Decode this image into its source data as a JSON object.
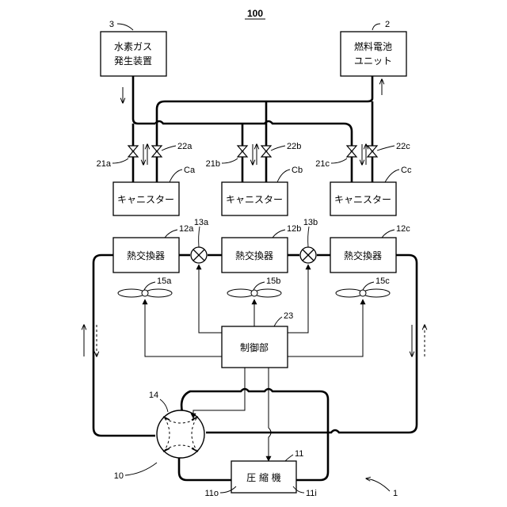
{
  "figure_number": "100",
  "boxes": {
    "hydrogen_generator": [
      "水素ガス",
      "発生装置"
    ],
    "fuel_cell": [
      "燃料電池",
      "ユニット"
    ],
    "canister_a": "キャニスター",
    "canister_b": "キャニスター",
    "canister_c": "キャニスター",
    "heat_exchanger_a": "熱交換器",
    "heat_exchanger_b": "熱交換器",
    "heat_exchanger_c": "熱交換器",
    "controller": "制御部",
    "compressor": "圧 縮 機"
  },
  "refs": {
    "r1": "1",
    "r2": "2",
    "r3": "3",
    "r10": "10",
    "r11": "11",
    "r11o": "11o",
    "r11i": "11i",
    "r12a": "12a",
    "r12b": "12b",
    "r12c": "12c",
    "r13a": "13a",
    "r13b": "13b",
    "r14": "14",
    "r15a": "15a",
    "r15b": "15b",
    "r15c": "15c",
    "r21a": "21a",
    "r21b": "21b",
    "r21c": "21c",
    "r22a": "22a",
    "r22b": "22b",
    "r22c": "22c",
    "r23": "23",
    "rCa": "Ca",
    "rCb": "Cb",
    "rCc": "Cc"
  }
}
